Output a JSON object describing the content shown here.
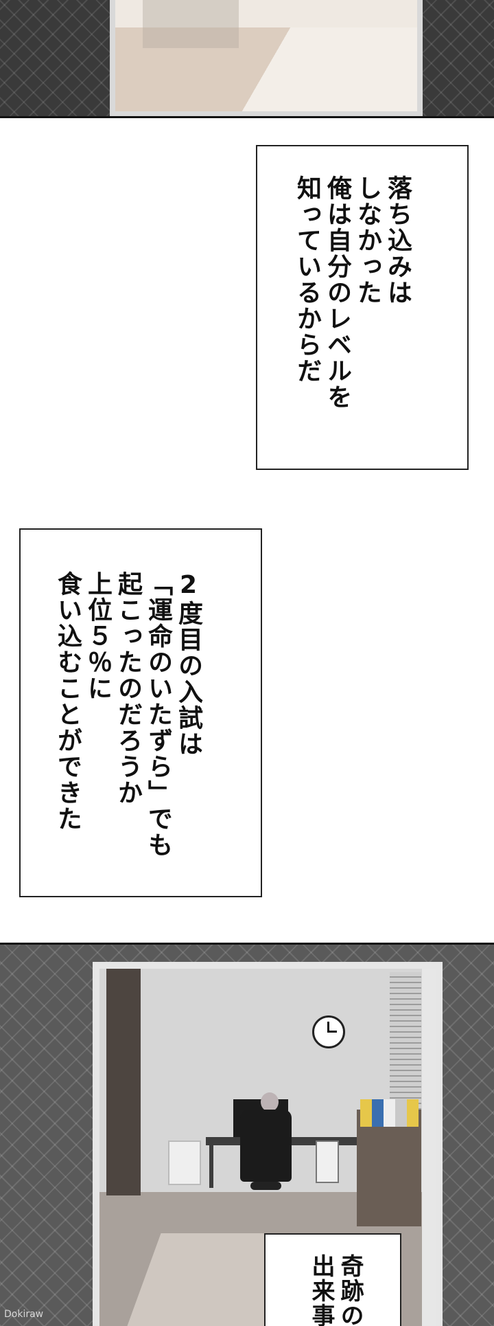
{
  "caption_1": {
    "lines": [
      "落ち込みは",
      "しなかった",
      "俺は自分のレベルを",
      "知っているからだ"
    ]
  },
  "caption_2": {
    "lines": [
      "2度目の入試は",
      "「運命のいたずら」でも",
      "起こったのだろうか",
      "上位５％に",
      "食い込むことができた"
    ]
  },
  "caption_3": {
    "lines": [
      "奇跡の",
      "出来事"
    ]
  },
  "watermark": "Dokiraw"
}
